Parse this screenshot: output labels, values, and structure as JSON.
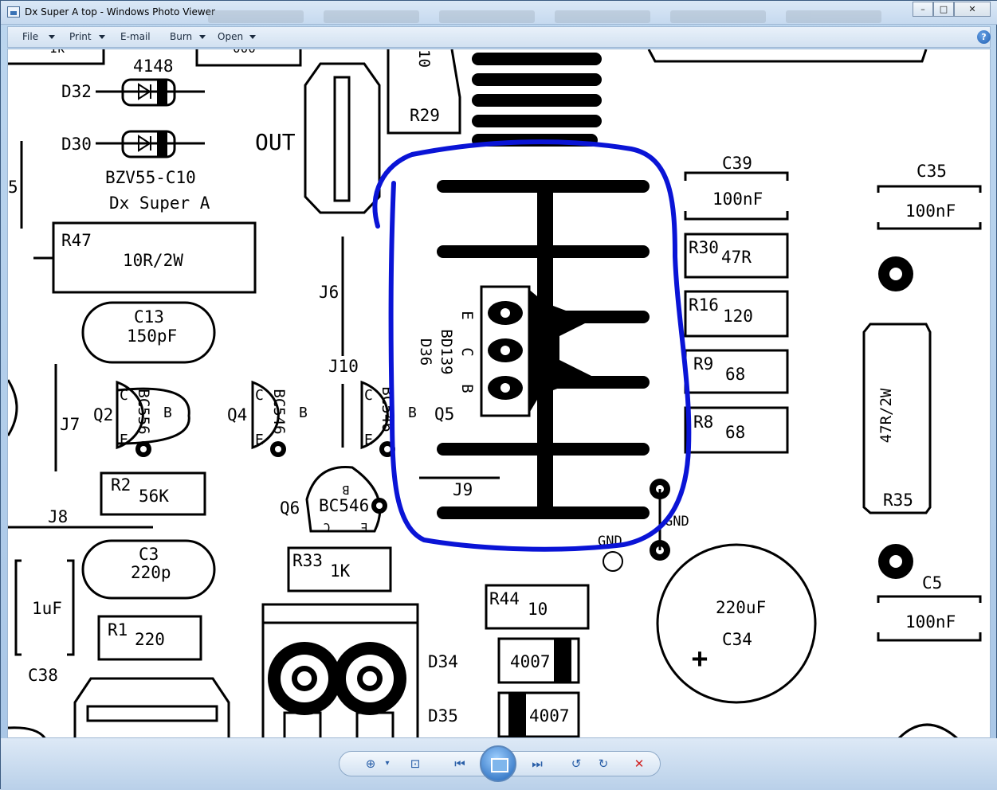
{
  "window": {
    "title": "Dx Super A top - Windows Photo Viewer",
    "controls": {
      "minimize": "–",
      "maximize": "□",
      "close": "✕"
    }
  },
  "menu": {
    "file": "File",
    "print": "Print",
    "email": "E-mail",
    "burn": "Burn",
    "open": "Open",
    "help_icon": "help-icon"
  },
  "pcb": {
    "labels": {
      "d4148": "4148",
      "d32": "D32",
      "d30": "D30",
      "out": "OUT",
      "r29": "R29",
      "bzv": "BZV55-C10",
      "dx": "Dx Super A",
      "r47": "R47",
      "r47val": "10R/2W",
      "c39": "C39",
      "c39val": "100nF",
      "c35": "C35",
      "c35val": "100nF",
      "r30": "R30",
      "r30val": "47R",
      "r16": "R16",
      "r16val": "120",
      "r9": "R9",
      "r9val": "68",
      "r8": "R8",
      "r8val": "68",
      "j6": "J6",
      "c13": "C13",
      "c13val": "150pF",
      "j10": "J10",
      "q2": "Q2",
      "q2type": "BC556",
      "q4": "Q4",
      "q4type": "BC546",
      "q5": "Q5",
      "q5type": "BC546",
      "j7": "J7",
      "j8": "J8",
      "r2": "R2",
      "r2val": "56K",
      "q6": "Q6",
      "q6type": "BC546",
      "c3": "C3",
      "c3val": "220p",
      "r33": "R33",
      "r33val": "1K",
      "c38": "C38",
      "c38val": "1uF",
      "r1": "R1",
      "r1val": "220",
      "d36": "D36",
      "bd139": "BD139",
      "pinE": "E",
      "pinC": "C",
      "pinB": "B",
      "j9": "J9",
      "gnd1": "GND",
      "gnd2": "GND",
      "r44": "R44",
      "r44val": "10",
      "d34": "D34",
      "d34val": "4007",
      "d35": "D35",
      "d35val": "4007",
      "c34": "C34",
      "c34val": "220uF",
      "plus": "+",
      "r35": "R35",
      "r35val": "47R/2W",
      "c5": "C5",
      "c5val": "100nF",
      "frag5": "5",
      "fragTop": "1k",
      "fragTop2": "000",
      "fragR29": "10"
    }
  },
  "colors": {
    "ink": "#000000",
    "highlight": "#0a14d6"
  }
}
